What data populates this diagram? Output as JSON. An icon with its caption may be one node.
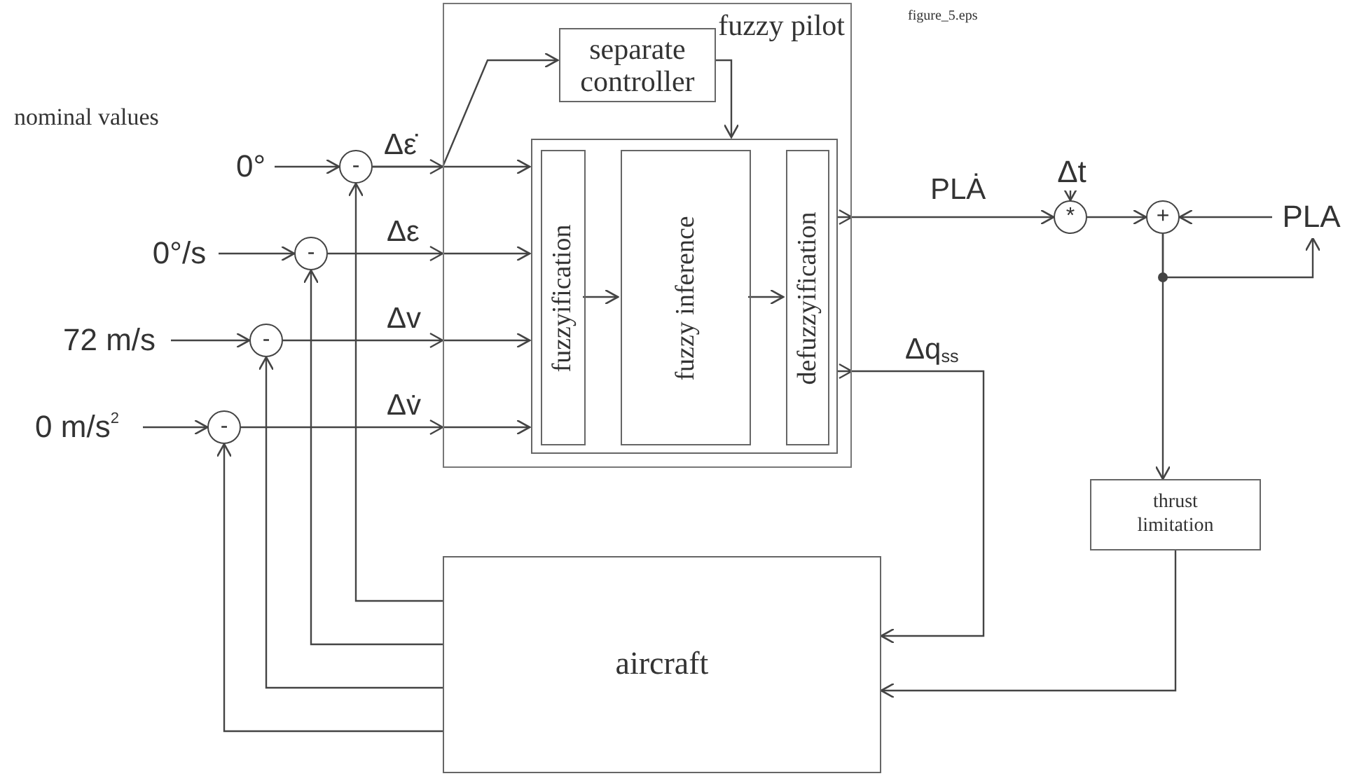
{
  "diagram": {
    "nodes": [
      {
        "text": [
          "fuzzy pilot"
        ]
      },
      {
        "text": [
          "separate controller"
        ],
        "in": 0
      },
      {
        "text": [],
        "shape": "box",
        "in": 0
      },
      {
        "text": [
          "fuzzyification"
        ],
        "in": 2
      },
      {
        "text": [
          "fuzzy inference"
        ],
        "in": 2
      },
      {
        "text": [
          "defuzzyification"
        ],
        "in": 2
      },
      {
        "text": [
          "0°"
        ]
      },
      {
        "text": [
          "-"
        ]
      },
      {
        "text": [
          "0°/s"
        ]
      },
      {
        "text": [
          "-"
        ]
      },
      {
        "text": [
          "72 m/s"
        ]
      },
      {
        "text": [
          "-"
        ]
      },
      {
        "text": [
          "0 m/s$^{2}$"
        ]
      },
      {
        "text": [
          "-"
        ]
      },
      {
        "text": [
          "Δt"
        ]
      },
      {
        "text": [
          "*"
        ]
      },
      {
        "text": [
          "+"
        ]
      },
      {
        "text": [
          "PLA"
        ]
      },
      {
        "text": [
          "thrust limitation"
        ]
      },
      {
        "text": [
          "aircraft"
        ]
      }
    ],
    "edges": [
      {
        "from": 6,
        "to": 7,
        "arrow": "to"
      },
      {
        "from": 8,
        "to": 9,
        "arrow": "to"
      },
      {
        "from": 10,
        "to": 11,
        "arrow": "to"
      },
      {
        "from": 12,
        "to": 13,
        "arrow": "to"
      },
      {
        "from": 7,
        "to": 2,
        "arrow": "to",
        "label": "Δε̇"
      },
      {
        "from": 9,
        "to": 2,
        "arrow": "to",
        "label": "Δε"
      },
      {
        "from": 11,
        "to": 2,
        "arrow": "to",
        "label": "Δv"
      },
      {
        "from": 13,
        "to": 2,
        "arrow": "to",
        "label": "Δv̇"
      },
      {
        "from": 7,
        "to": 1,
        "arrow": "to"
      },
      {
        "from": 1,
        "to": 2,
        "arrow": "to"
      },
      {
        "from": 3,
        "to": 4,
        "arrow": "to"
      },
      {
        "from": 4,
        "to": 5,
        "arrow": "to"
      },
      {
        "from": 2,
        "to": 15,
        "arrow": "to",
        "label": "PLȦ"
      },
      {
        "from": 2,
        "to": 19,
        "arrow": "to",
        "label": "Δq$_{ss}$"
      },
      {
        "from": 14,
        "to": 15,
        "arrow": "to"
      },
      {
        "from": 15,
        "to": 16,
        "arrow": "to"
      },
      {
        "from": 17,
        "to": 16,
        "arrow": "to"
      },
      {
        "from": 16,
        "to": 17,
        "arrow": "to"
      },
      {
        "from": 16,
        "to": 18,
        "arrow": "to"
      },
      {
        "from": 18,
        "to": 19,
        "arrow": "to"
      },
      {
        "from": 19,
        "to": 7,
        "arrow": "to"
      },
      {
        "from": 19,
        "to": 9,
        "arrow": "to"
      },
      {
        "from": 19,
        "to": 11,
        "arrow": "to"
      },
      {
        "from": 19,
        "to": 13,
        "arrow": "to"
      }
    ],
    "labels": [
      "figure_5.eps",
      "nominal values"
    ]
  }
}
